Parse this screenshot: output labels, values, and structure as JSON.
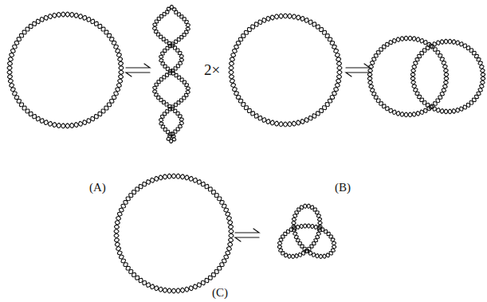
{
  "diagram": {
    "labels": [
      "2×",
      "(A)",
      "(B)",
      "(C)"
    ]
  }
}
